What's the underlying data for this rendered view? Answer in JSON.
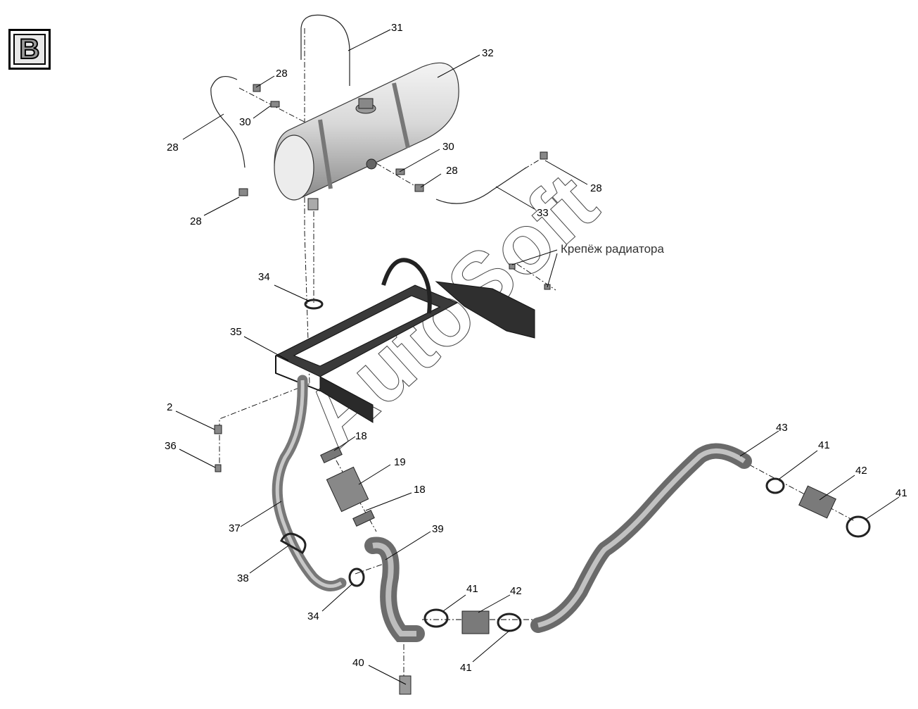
{
  "diagram": {
    "section_letter": "B",
    "watermark": "AutoSoft",
    "note": "Крепёж радиатора",
    "callouts": [
      "31",
      "32",
      "28",
      "30",
      "28",
      "28",
      "30",
      "28",
      "28",
      "33",
      "34",
      "35",
      "2",
      "36",
      "18",
      "19",
      "18",
      "37",
      "38",
      "34",
      "39",
      "40",
      "41",
      "42",
      "41",
      "43",
      "41",
      "42",
      "41"
    ]
  }
}
